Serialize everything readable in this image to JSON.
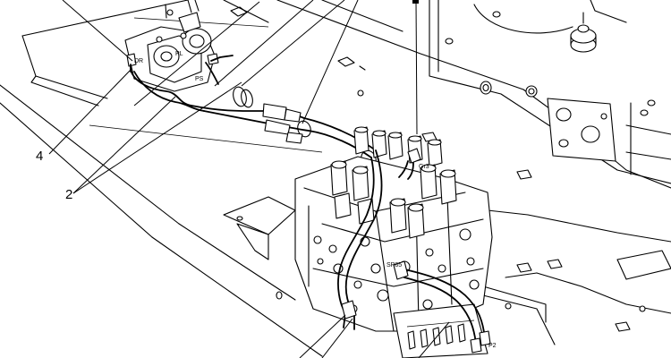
{
  "callouts": {
    "item_2": "2",
    "item_4": "4"
  },
  "port_labels": {
    "dr": "DR",
    "pl": "PL",
    "ps": "PS",
    "gr3": "Gr3",
    "sp85": "SP85",
    "p2": "P2"
  }
}
